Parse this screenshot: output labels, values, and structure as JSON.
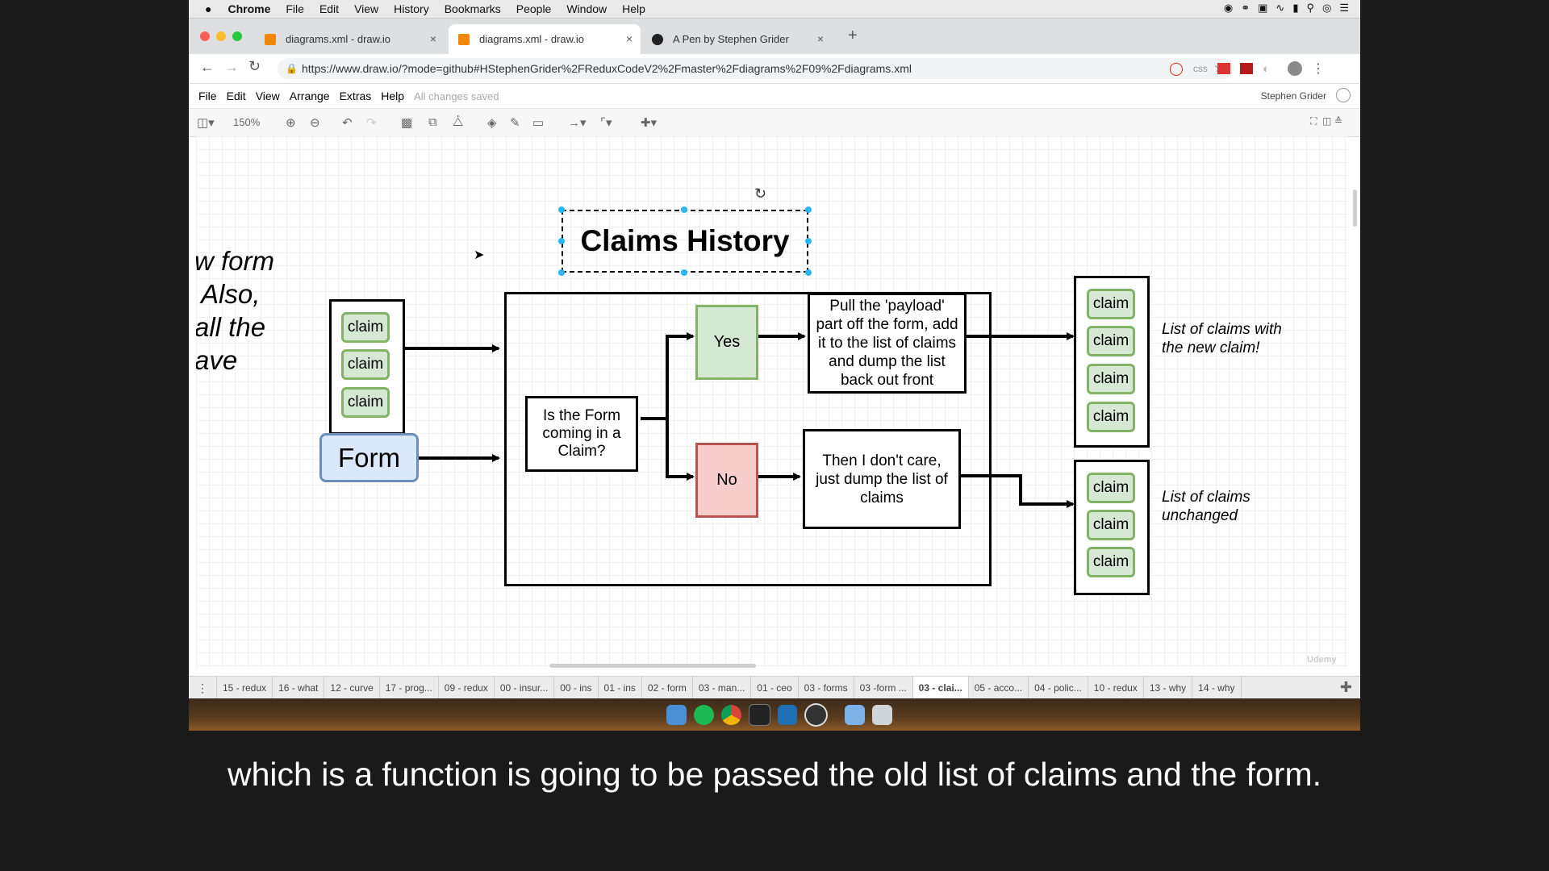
{
  "mac_menu": {
    "app": "Chrome",
    "items": [
      "File",
      "Edit",
      "View",
      "History",
      "Bookmarks",
      "People",
      "Window",
      "Help"
    ]
  },
  "tabs": [
    {
      "label": "diagrams.xml - draw.io",
      "close": "×"
    },
    {
      "label": "diagrams.xml - draw.io",
      "close": "×"
    },
    {
      "label": "A Pen by Stephen Grider",
      "close": "×"
    }
  ],
  "new_tab": "+",
  "url": "https://www.draw.io/?mode=github#HStephenGrider%2FReduxCodeV2%2Fmaster%2Fdiagrams%2F09%2Fdiagrams.xml",
  "ext_css": "css",
  "app_menu": {
    "items": [
      "File",
      "Edit",
      "View",
      "Arrange",
      "Extras",
      "Help"
    ],
    "status": "All changes saved",
    "user": "Stephen Grider"
  },
  "toolbar": {
    "zoom": "150%"
  },
  "diagram": {
    "title": "Claims History",
    "cut_text": [
      "w form",
      "Also,",
      "all the",
      "ave"
    ],
    "input_claims": [
      "claim",
      "claim",
      "claim"
    ],
    "form": "Form",
    "question": "Is the Form coming in a Claim?",
    "yes": "Yes",
    "no": "No",
    "yes_action": "Pull the 'payload' part off the form, add it to the list of claims and dump the list back out front",
    "no_action": "Then I don't care, just dump the list of claims",
    "output_claims_new": [
      "claim",
      "claim",
      "claim",
      "claim"
    ],
    "output_claims_same": [
      "claim",
      "claim",
      "claim"
    ],
    "note_new": "List of claims with the new claim!",
    "note_same": "List of claims unchanged"
  },
  "watermark": "Udemy",
  "pages": [
    "15 - redux",
    "16 - what",
    "12 - curve",
    "17 - prog...",
    "09 - redux",
    "00 - insur...",
    "00 - ins",
    "01 - ins",
    "02 - form",
    "03 - man...",
    "01 - ceo",
    "03 - forms",
    "03 -form ...",
    "03 - clai...",
    "05 - acco...",
    "04 - polic...",
    "10 - redux",
    "13 - why",
    "14 - why"
  ],
  "active_page": 13,
  "subtitle": "which is a function is going to be passed the old list of claims and the form."
}
